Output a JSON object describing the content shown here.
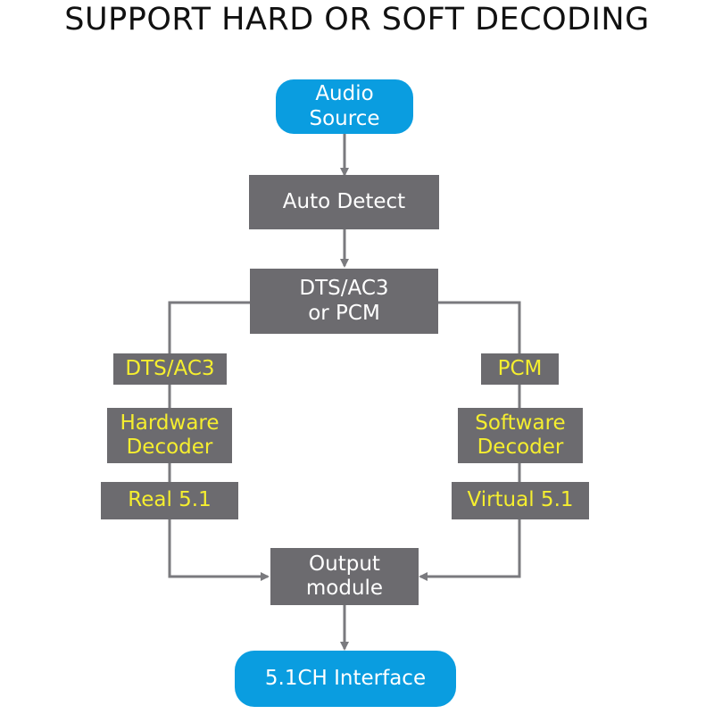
{
  "title": "SUPPORT HARD OR SOFT DECODING",
  "nodes": {
    "audio_source": {
      "line1": "Audio",
      "line2": "Source"
    },
    "auto_detect": {
      "label": "Auto Detect"
    },
    "format_split": {
      "line1": "DTS/AC3",
      "line2": "or PCM"
    },
    "dts_ac3": {
      "label": "DTS/AC3"
    },
    "pcm": {
      "label": "PCM"
    },
    "hardware_decoder": {
      "line1": "Hardware",
      "line2": "Decoder"
    },
    "software_decoder": {
      "line1": "Software",
      "line2": "Decoder"
    },
    "real_51": {
      "label": "Real 5.1"
    },
    "virtual_51": {
      "label": "Virtual 5.1"
    },
    "output_module": {
      "line1": "Output",
      "line2": "module"
    },
    "interface_51ch": {
      "label": "5.1CH Interface"
    }
  },
  "colors": {
    "blue_node": "#0a9de0",
    "gray_node": "#6c6b6f",
    "yellow_text": "#f5ee2f",
    "connector": "#7a7a7e"
  }
}
